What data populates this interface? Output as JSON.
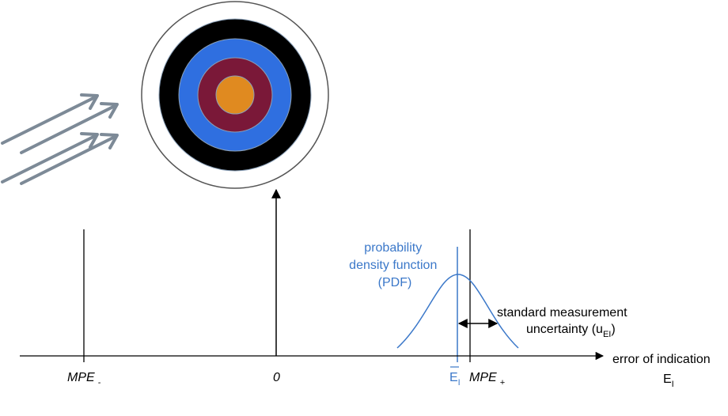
{
  "colors": {
    "target_outer_ring": "#000000",
    "target_blue": "#2f6fe0",
    "target_maroon": "#7a1838",
    "target_center": "#e08a20",
    "ring_edge": "#8aa0b8",
    "arrows": "#7d8a97",
    "axis": "#000000",
    "pdf_blue": "#3b78c9"
  },
  "labels": {
    "mpe_minus": {
      "base": "MPE",
      "sub": "-"
    },
    "zero": "0",
    "mpe_plus": {
      "base": "MPE",
      "sub": "+"
    },
    "mean_error": {
      "base": "E",
      "sub": "I"
    },
    "axis_title": "error of indication",
    "axis_symbol": {
      "base": "E",
      "sub": "I"
    },
    "pdf": [
      "probability",
      "density function",
      "(PDF)"
    ],
    "uncertainty_line1": "standard measurement",
    "uncertainty_line2": {
      "prefix": "uncertainty (u",
      "sub": "EI",
      "suffix": ")"
    }
  }
}
